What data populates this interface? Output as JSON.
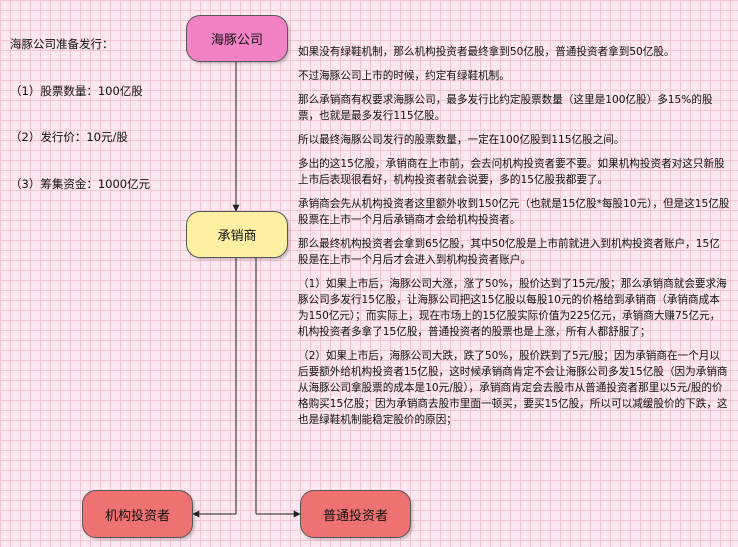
{
  "intro": {
    "lines": [
      "海豚公司准备发行：",
      "（1）股票数量：100亿股",
      "（2）发行价：10元/股",
      "（3）筹集资金：1000亿元"
    ]
  },
  "nodes": {
    "company": {
      "label": "海豚公司",
      "color": "#f183c5"
    },
    "underwriter": {
      "label": "承销商",
      "color": "#fdf0a2"
    },
    "institutional": {
      "label": "机构投资者",
      "color": "#ee7272"
    },
    "retail": {
      "label": "普通投资者",
      "color": "#ee7272"
    }
  },
  "explanation": {
    "paragraphs": [
      "如果没有绿鞋机制，那么机构投资者最终拿到50亿股，普通投资者拿到50亿股。",
      "不过海豚公司上市的时候，约定有绿鞋机制。",
      "那么承销商有权要求海豚公司，最多发行比约定股票数量（这里是100亿股）多15%的股票，也就是最多发行115亿股。",
      "所以最终海豚公司发行的股票数量，一定在100亿股到115亿股之间。",
      "多出的这15亿股，承销商在上市前，会去问机构投资者要不要。如果机构投资者对这只新股上市后表现很看好，机构投资者就会说要，多的15亿股我都要了。",
      "承销商会先从机构投资者这里额外收到150亿元（也就是15亿股*每股10元），但是这15亿股股票在上市一个月后承销商才会给机构投资者。",
      "那么最终机构投资者会拿到65亿股，其中50亿股是上市前就进入到机构投资者账户，15亿股是在上市一个月后才会进入到机构投资者账户。",
      "（1）如果上市后，海豚公司大涨，涨了50%，股价达到了15元/股；那么承销商就会要求海豚公司多发行15亿股，让海豚公司把这15亿股以每股10元的价格给到承销商（承销商成本为150亿元）；而实际上，现在市场上的15亿股实际价值为225亿元，承销商大赚75亿元，机构投资者多拿了15亿股，普通投资者的股票也是上涨，所有人都舒服了；",
      "（2）如果上市后，海豚公司大跌，跌了50%，股价跌到了5元/股；因为承销商在一个月以后要额外给机构投资者15亿股，这时候承销商肯定不会让海豚公司多发15亿股（因为承销商从海豚公司拿股票的成本是10元/股），承销商肯定会去股市从普通投资者那里以5元/股的价格购买15亿股；因为承销商去股市里面一顿买，要买15亿股，所以可以减缓股价的下跌，这也是绿鞋机制能稳定股价的原因；"
    ]
  }
}
